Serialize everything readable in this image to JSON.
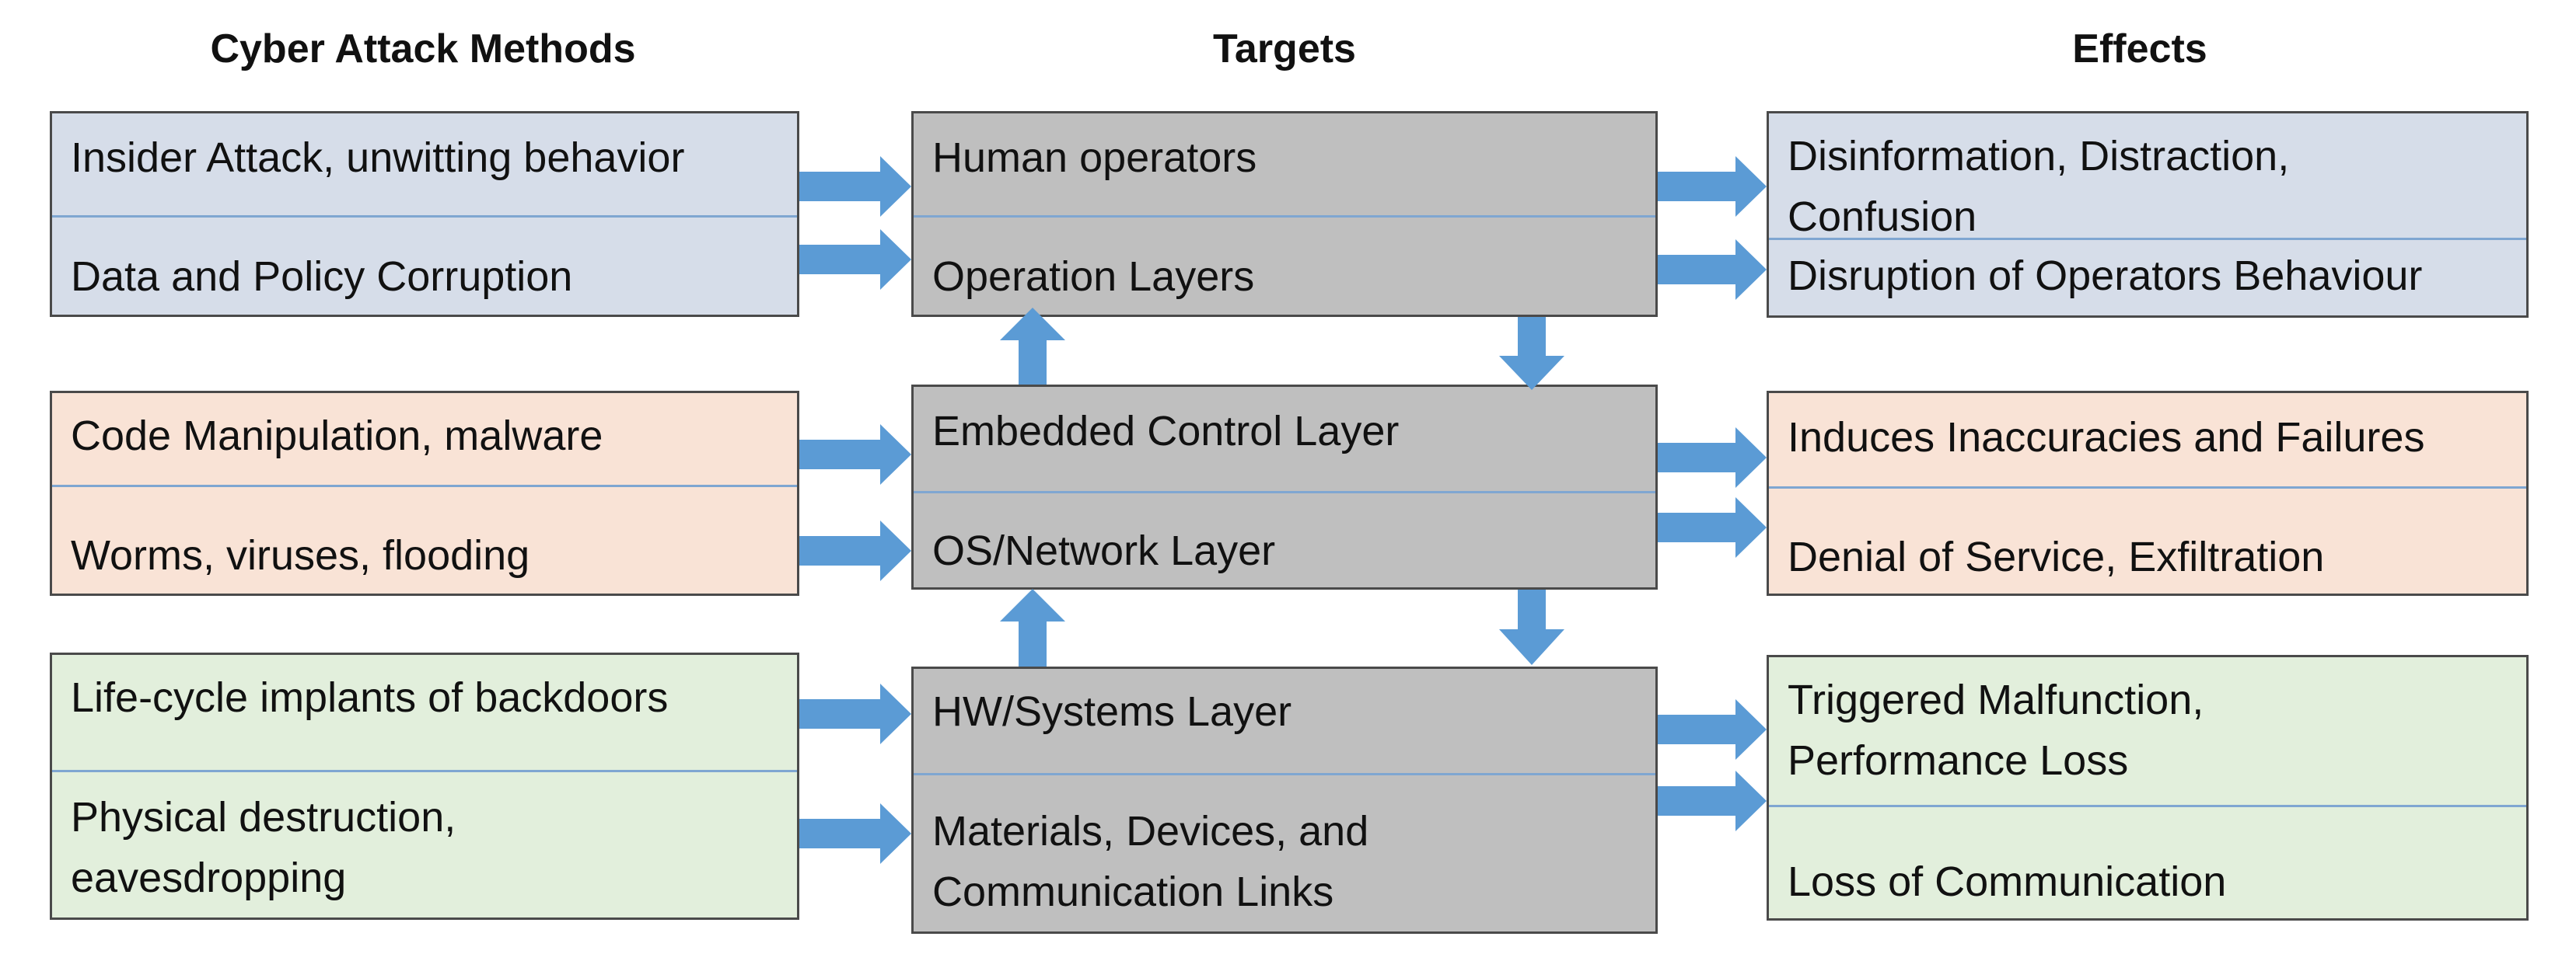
{
  "headers": {
    "methods": "Cyber Attack Methods",
    "targets": "Targets",
    "effects": "Effects"
  },
  "methods": {
    "insider": "Insider Attack, unwitting behavior",
    "data_policy": "Data and Policy Corruption",
    "code_manipulation": "Code Manipulation, malware",
    "worms": "Worms, viruses, flooding",
    "life_cycle": "Life-cycle implants of backdoors",
    "physical": "Physical destruction, eavesdropping"
  },
  "targets": {
    "human_operators": "Human operators",
    "operation_layers": "Operation Layers",
    "embedded_control": "Embedded Control Layer",
    "os_network": "OS/Network Layer",
    "hw_systems": "HW/Systems Layer",
    "materials": "Materials, Devices, and Communication Links"
  },
  "effects": {
    "disinformation": "Disinformation, Distraction, Confusion",
    "disruption": "Disruption of Operators Behaviour",
    "inaccuracies": "Induces Inaccuracies and Failures",
    "denial": "Denial of Service, Exfiltration",
    "malfunction": "Triggered Malfunction, Performance Loss",
    "loss_comm": "Loss of Communication"
  },
  "colors": {
    "blue_fill": "#d6dde9",
    "orange_fill": "#f9e3d6",
    "green_fill": "#e2efdc",
    "gray_fill": "#bfbfbf",
    "arrow": "#5b9bd5",
    "divider": "#7fa6d1"
  }
}
